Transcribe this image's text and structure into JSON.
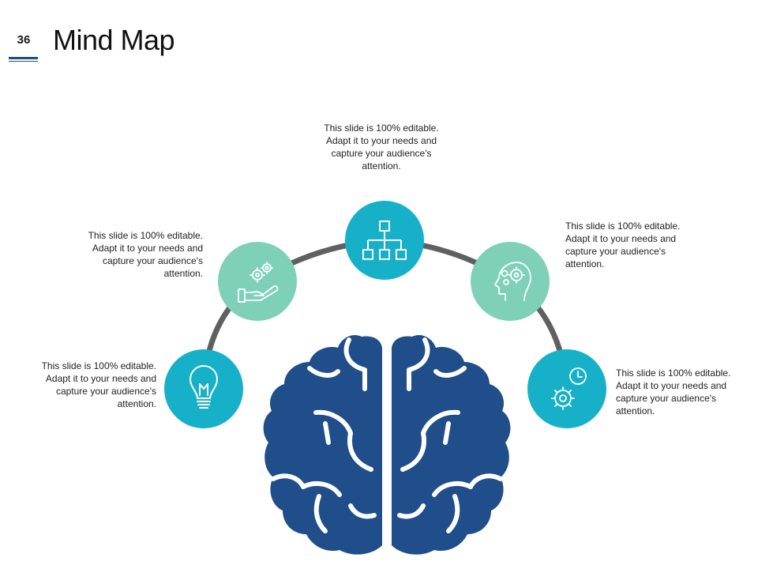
{
  "page": {
    "slide_number": "36",
    "title": "Mind Map"
  },
  "colors": {
    "arc": "#606060",
    "teal": "#16b1c8",
    "mint": "#7ed1b7",
    "brain": "#1f4e8a",
    "icon_stroke": "#ffffff"
  },
  "nodes": [
    {
      "icon": "lightbulb-icon",
      "color": "teal",
      "text": "This slide is 100% editable. Adapt it to your needs and capture your audience's attention."
    },
    {
      "icon": "hand-gears-icon",
      "color": "mint",
      "text": "This slide is 100% editable. Adapt it to your needs and capture your audience's attention."
    },
    {
      "icon": "org-chart-icon",
      "color": "teal",
      "text": "This slide is 100% editable. Adapt it to your needs and capture your audience's attention."
    },
    {
      "icon": "head-gears-icon",
      "color": "mint",
      "text": "This slide is 100% editable. Adapt it to your needs and capture your audience's attention."
    },
    {
      "icon": "gear-clock-icon",
      "color": "teal",
      "text": "This slide is 100% editable. Adapt it to your needs and capture your audience's attention."
    }
  ]
}
